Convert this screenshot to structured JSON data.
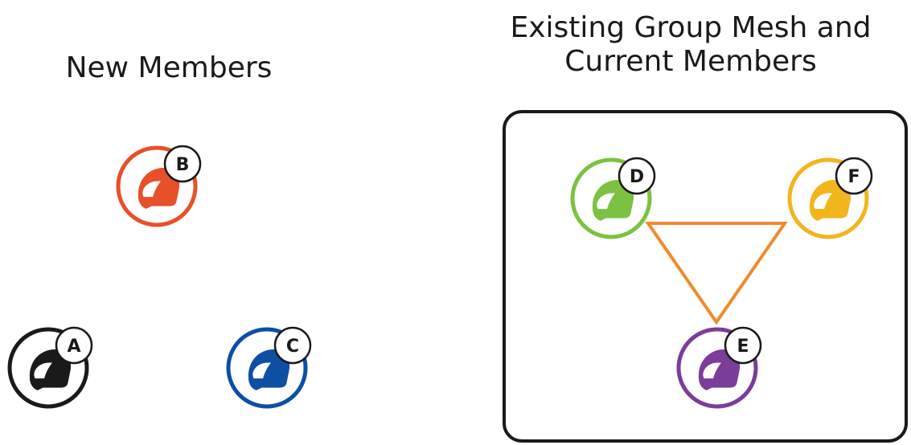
{
  "titles": {
    "new_members": "New Members",
    "existing_line1": "Existing Group Mesh and",
    "existing_line2": "Current Members"
  },
  "members": [
    {
      "id": "A",
      "group": "new",
      "color": "#1a1a1a"
    },
    {
      "id": "B",
      "group": "new",
      "color": "#e8502a"
    },
    {
      "id": "C",
      "group": "new",
      "color": "#0d4fa3"
    },
    {
      "id": "D",
      "group": "existing",
      "color": "#7cc242"
    },
    {
      "id": "E",
      "group": "existing",
      "color": "#7b3c9a"
    },
    {
      "id": "F",
      "group": "existing",
      "color": "#f2b51c"
    }
  ],
  "mesh": {
    "color": "#f08a2c",
    "links": [
      [
        "D",
        "F"
      ],
      [
        "F",
        "E"
      ],
      [
        "E",
        "D"
      ]
    ]
  },
  "box_border_color": "#1a1a1a"
}
